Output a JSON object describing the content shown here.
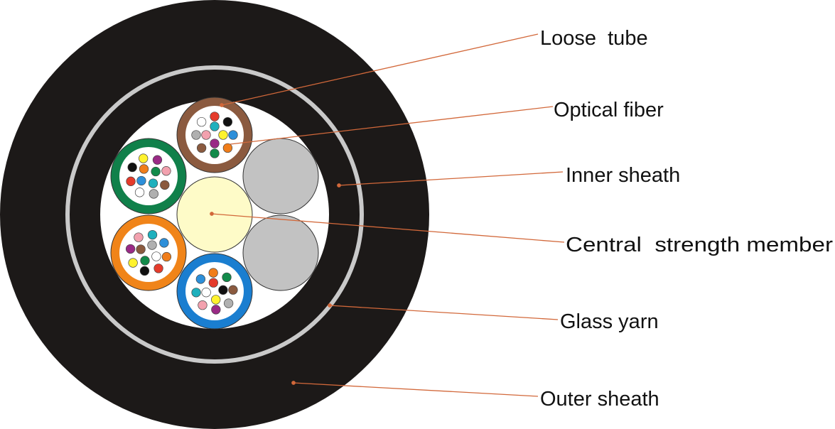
{
  "colors": {
    "outer_sheath": "#1c1918",
    "inner_sheath": "#1c1918",
    "glass_yarn": "#c9c9c9",
    "core_fill": "#ffffff",
    "leader_line": "#d2683a",
    "filler_rod": "#c2c2c2",
    "central_member": "#fefbc8"
  },
  "labels": [
    {
      "key": "loose_tube",
      "text": "Loose  tube"
    },
    {
      "key": "optical_fiber",
      "text": "Optical fiber"
    },
    {
      "key": "inner_sheath",
      "text": "Inner sheath"
    },
    {
      "key": "central_strength_member",
      "text": "Central  strength member"
    },
    {
      "key": "glass_yarn",
      "text": "Glass yarn"
    },
    {
      "key": "outer_sheath",
      "text": "Outer sheath"
    }
  ],
  "loose_tubes": [
    {
      "name": "brown",
      "color": "#8b5a3f"
    },
    {
      "name": "green",
      "color": "#10804a"
    },
    {
      "name": "orange",
      "color": "#f08419"
    },
    {
      "name": "blue",
      "color": "#1a7ed0"
    }
  ],
  "fiber_colors": [
    "#2d8fd9",
    "#f07d1a",
    "#128a4a",
    "#8a5a3f",
    "#b0b0b0",
    "#ffffff",
    "#e53b2b",
    "#111111",
    "#fff22e",
    "#9a2a86",
    "#f2a1ae",
    "#1eb0bd"
  ]
}
